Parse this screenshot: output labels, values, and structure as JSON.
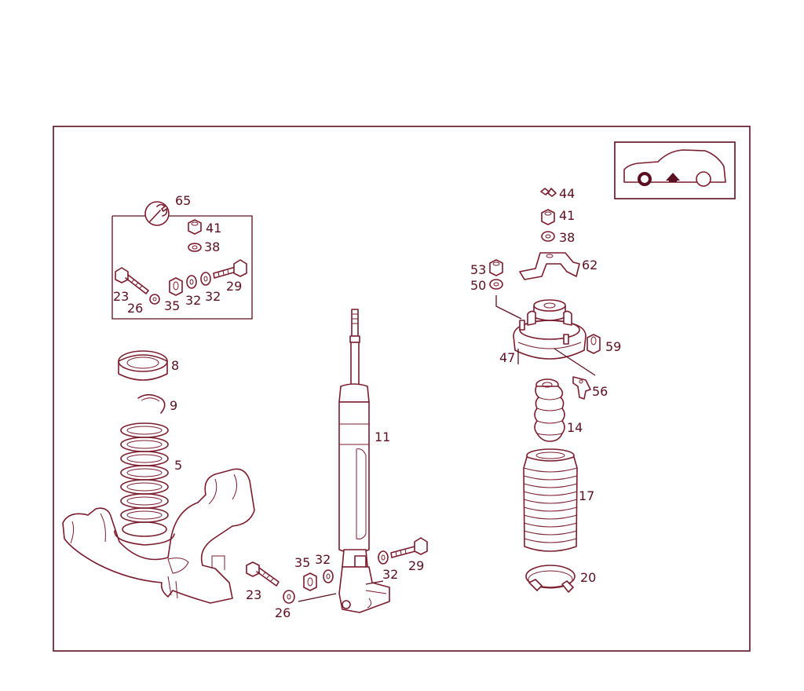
{
  "callouts": {
    "c65": "65",
    "c41a": "41",
    "c38a": "38",
    "c23a": "23",
    "c26a": "26",
    "c35a": "35",
    "c32a": "32",
    "c32b": "32",
    "c29a": "29",
    "c8": "8",
    "c9": "9",
    "c5": "5",
    "c11": "11",
    "c35b": "35",
    "c32c": "32",
    "c32d": "32",
    "c29b": "29",
    "c23b": "23",
    "c26b": "26",
    "c44": "44",
    "c41b": "41",
    "c38b": "38",
    "c53": "53",
    "c50": "50",
    "c62": "62",
    "c59": "59",
    "c47": "47",
    "c56": "56",
    "c14": "14",
    "c17": "17",
    "c20": "20"
  },
  "colors": {
    "line": "#7a1c2e",
    "background": "#ffffff"
  },
  "icons": {
    "wrench": "wrench-icon",
    "car_locator": "car-front-axle-locator-icon"
  }
}
